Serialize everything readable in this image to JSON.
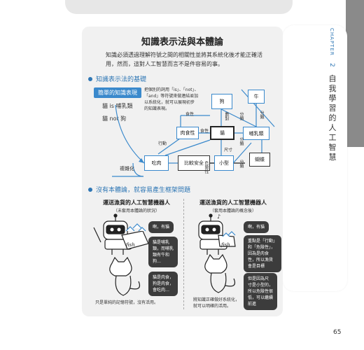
{
  "side": {
    "chapter": "CHAPTER",
    "number": "2",
    "title": "自我學習的人工智慧"
  },
  "title": "知識表示法與本體論",
  "intro": "知識必須透過理解符號之間的相關性並將其系統化後才能正確活用，然而，這對人工智慧而言不是件容易的事。",
  "section1": {
    "heading": "知識表示法的基礎",
    "badge": "簡單的知識表現",
    "ex1": "貓 is 哺乳類",
    "ex2": "貓 not 狗",
    "desc": [
      "把個別的詞用「is」、「not」、",
      "「and」等符號來做連結並加",
      "以系統化，就可以展現初步",
      "的知識表現。"
    ],
    "complex": "複雜化",
    "nodes": {
      "dog": "狗",
      "cow": "牛",
      "meat": "肉食性",
      "cat": "貓",
      "mammal": "哺乳類",
      "eatmeat": "吃肉",
      "safe": "比較安全",
      "small": "小型",
      "butterfly": "蝴蝶"
    },
    "rels": {
      "diet": "食性",
      "diet2": "食性",
      "action": "行動",
      "size": "尺寸",
      "dv": "數對",
      "cl1": "分類",
      "cl2": "分類",
      "cl3": "分類",
      "cl4": "分類",
      "danger": "危險性"
    }
  },
  "section2": {
    "heading": "沒有本體論，就容易產生框架問題",
    "left": {
      "title": "運送漁貨的人工智慧機器人",
      "sub": "（未套用本體論的狀況）",
      "b1": "啊，有貓",
      "b2": [
        "貓是哺乳",
        "類，而哺乳",
        "類有牛和",
        "狗…"
      ],
      "b3": [
        "貓是肉食，",
        "狗是肉食，",
        "會吃肉…"
      ],
      "note": "只是單純的記憶符號，沒有活用。",
      "fish": "fish"
    },
    "right": {
      "title": "運送漁貨的人工智慧機器人",
      "sub": "（套用本體論的概念後）",
      "b1": "啊，有貓",
      "b2": [
        "重點是「行動」",
        "和「危險性」，",
        "因為是肉食",
        "性，所以漁貨",
        "會是目標"
      ],
      "b3": [
        "但是因為尺",
        "寸是小型的，",
        "所以危險性很",
        "低，可以繼續",
        "前進"
      ],
      "note": [
        "將知識正確做好系統化，",
        "就可以明確的活用。"
      ],
      "fish": "fish"
    }
  },
  "page_number": "65"
}
